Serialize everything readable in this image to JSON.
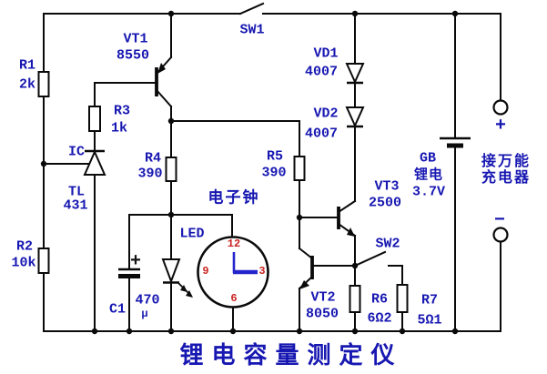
{
  "colors": {
    "accent_blue": "#1717b2",
    "numeral_red": "#cc2222",
    "wire_black": "#0a0a0a",
    "hand_blue": "#2424cc",
    "title_blue": "#1717b2"
  },
  "title": "锂电容量测定仪",
  "components": {
    "r1": {
      "ref": "R1",
      "value": "2k"
    },
    "r2": {
      "ref": "R2",
      "value": "10k"
    },
    "r3": {
      "ref": "R3",
      "value": "1k"
    },
    "r4": {
      "ref": "R4",
      "value": "390"
    },
    "r5": {
      "ref": "R5",
      "value": "390"
    },
    "r6": {
      "ref": "R6",
      "value": "6Ω2"
    },
    "r7": {
      "ref": "R7",
      "value": "5Ω1"
    },
    "vt1": {
      "ref": "VT1",
      "value": "8550"
    },
    "vt2": {
      "ref": "VT2",
      "value": "8050"
    },
    "vt3": {
      "ref": "VT3",
      "value": "2500"
    },
    "vd1": {
      "ref": "VD1",
      "value": "4007"
    },
    "vd2": {
      "ref": "VD2",
      "value": "4007"
    },
    "c1": {
      "ref": "C1",
      "value": "470",
      "unit": "μ",
      "polarity": "+"
    },
    "ic": {
      "ref": "IC",
      "type_line1": "TL",
      "type_line2": "431"
    },
    "sw1": {
      "ref": "SW1"
    },
    "sw2": {
      "ref": "SW2"
    },
    "led": {
      "ref": "LED"
    },
    "battery": {
      "ref": "GB",
      "chemistry": "锂电",
      "voltage": "3.7V"
    },
    "clock": {
      "label": "电子钟",
      "numeral_12": "12",
      "numeral_3": "3",
      "numeral_6": "6",
      "numeral_9": "9"
    },
    "charger": {
      "line1": "接万能",
      "line2": "充电器",
      "positive": "+",
      "negative": "−"
    }
  }
}
